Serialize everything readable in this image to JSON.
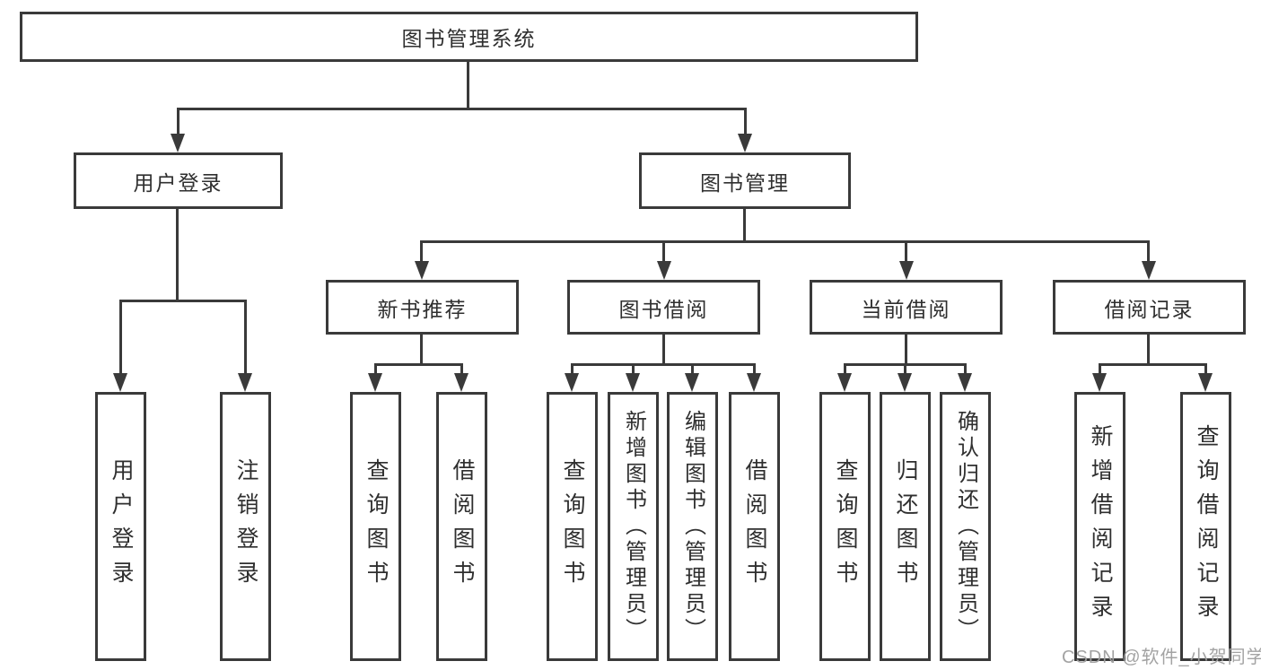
{
  "tree": {
    "root": {
      "label": "图书管理系统"
    },
    "branches": [
      {
        "label": "用户登录",
        "children": [
          {
            "label": "用户登录"
          },
          {
            "label": "注销登录"
          }
        ]
      },
      {
        "label": "图书管理",
        "sections": [
          {
            "label": "新书推荐",
            "children": [
              {
                "label": "查询图书"
              },
              {
                "label": "借阅图书"
              }
            ]
          },
          {
            "label": "图书借阅",
            "children": [
              {
                "label": "查询图书"
              },
              {
                "label": "新增图书（管理员）"
              },
              {
                "label": "编辑图书（管理员）"
              },
              {
                "label": "借阅图书"
              }
            ]
          },
          {
            "label": "当前借阅",
            "children": [
              {
                "label": "查询图书"
              },
              {
                "label": "归还图书"
              },
              {
                "label": "确认归还（管理员）"
              }
            ]
          },
          {
            "label": "借阅记录",
            "children": [
              {
                "label": "新增借阅记录"
              },
              {
                "label": "查询借阅记录"
              }
            ]
          }
        ]
      }
    ]
  },
  "watermark": "CSDN @软件_小贺同学"
}
